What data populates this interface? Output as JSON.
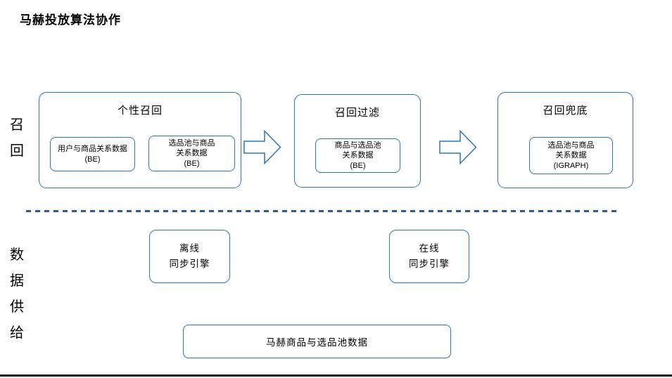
{
  "page": {
    "title": "马赫投放算法协作"
  },
  "colors": {
    "box_border": "#2E75B6",
    "divider_dash": "#2F5B8F",
    "text": "#000000",
    "footer_line": "#111111",
    "background": "#FFFFFF"
  },
  "sections": {
    "recall_label": "召回",
    "data_supply_label": "数据供给"
  },
  "recall_row": {
    "groups": [
      {
        "title": "个性召回",
        "items": [
          {
            "lines": [
              "用户与商品关系数据",
              "(BE)"
            ]
          },
          {
            "lines": [
              "选品池与商品",
              "关系数据",
              "(BE)"
            ]
          }
        ]
      },
      {
        "title": "召回过滤",
        "items": [
          {
            "lines": [
              "商品与选品池",
              "关系数据",
              "(BE)"
            ]
          }
        ]
      },
      {
        "title": "召回兜底",
        "items": [
          {
            "lines": [
              "选品池与商品",
              "关系数据",
              "(IGRAPH)"
            ]
          }
        ]
      }
    ],
    "arrow_icon": "block-arrow-right"
  },
  "supply_row": {
    "engines": [
      {
        "lines": [
          "离线",
          "同步引擎"
        ]
      },
      {
        "lines": [
          "在线",
          "同步引擎"
        ]
      }
    ],
    "data_source_label": "马赫商品与选品池数据"
  }
}
